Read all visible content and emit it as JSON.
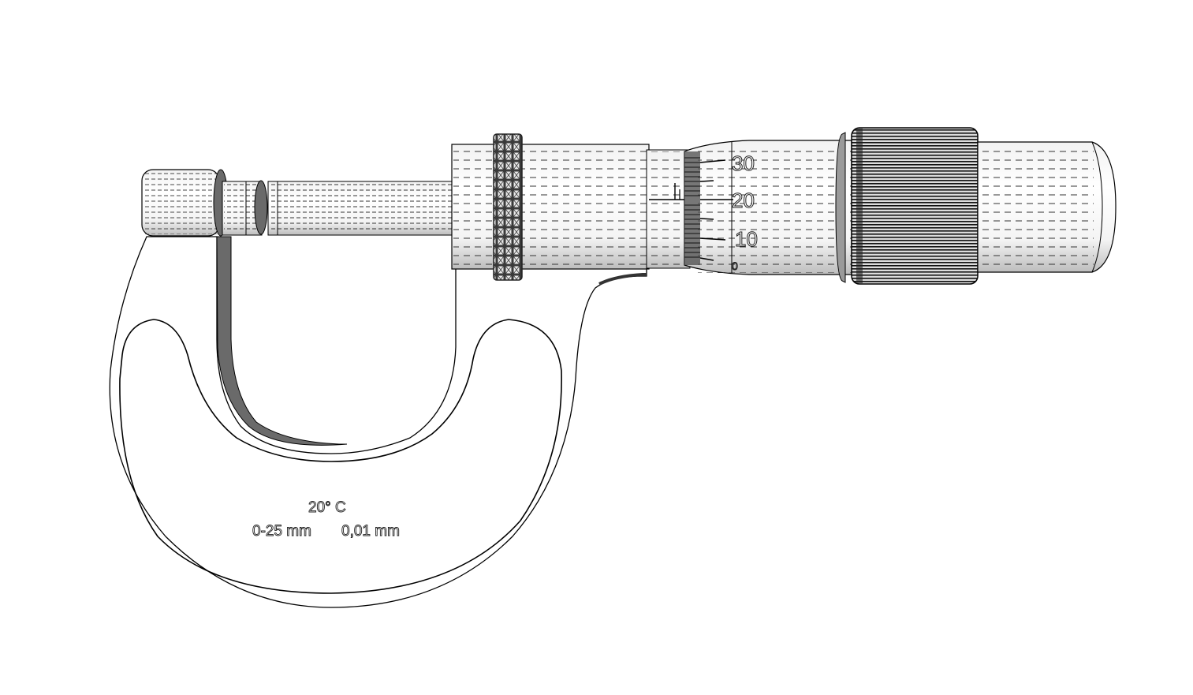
{
  "drawing": {
    "subject": "Outside micrometer (line drawing)",
    "frame_label": {
      "temperature": "20° C",
      "range": "0-25 mm",
      "resolution": "0,01 mm"
    },
    "thimble_scale": {
      "labels": [
        "30",
        "20",
        "10",
        "0"
      ]
    },
    "colors": {
      "background": "#ffffff",
      "line": "#000000",
      "shade": "#6a6a6a",
      "knurl": "#3a3a3a"
    }
  }
}
